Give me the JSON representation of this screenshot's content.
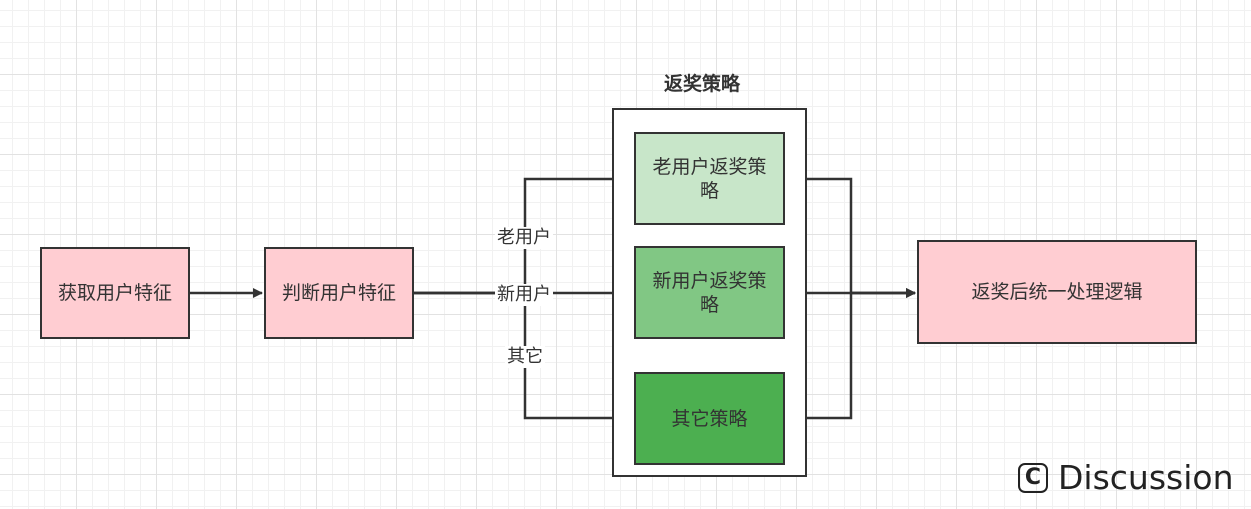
{
  "diagram": {
    "group": {
      "title": "返奖策略"
    },
    "nodes": {
      "get_features": "获取用户特征",
      "judge_features": "判断用户特征",
      "old_user_strategy": "老用户返奖策略",
      "new_user_strategy": "新用户返奖策略",
      "other_strategy": "其它策略",
      "post_process": "返奖后统一处理逻辑"
    },
    "edge_labels": {
      "old_user": "老用户",
      "new_user": "新用户",
      "other": "其它"
    },
    "colors": {
      "pink_fill": "#ffcdd2",
      "light_green_fill": "#c8e6c9",
      "mid_green_fill": "#81c784",
      "dark_green_fill": "#4caf50",
      "stroke": "#333333"
    }
  },
  "watermark": {
    "icon": "c-icon",
    "text": "Discussion"
  }
}
